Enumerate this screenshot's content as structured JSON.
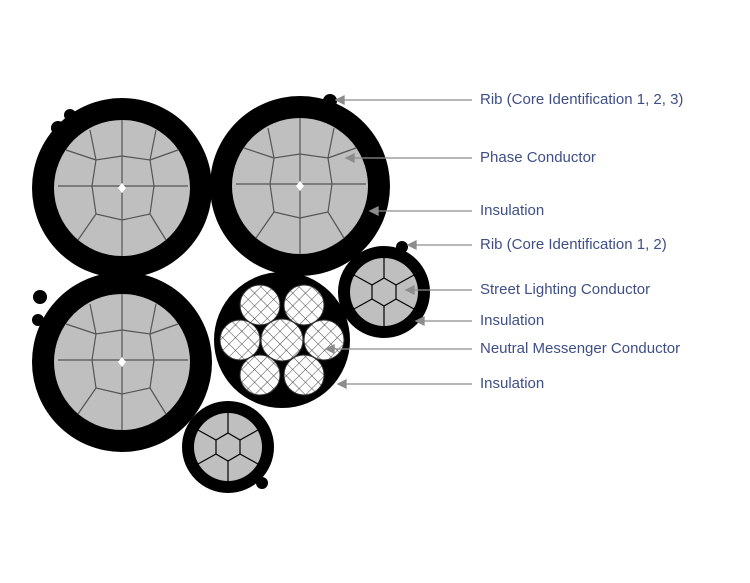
{
  "labels": {
    "rib_3": "Rib (Core Identification 1, 2, 3)",
    "phase_conductor": "Phase Conductor",
    "insulation_phase": "Insulation",
    "rib_2": "Rib (Core Identification 1, 2)",
    "street_lighting_conductor": "Street Lighting Conductor",
    "insulation_street": "Insulation",
    "neutral_messenger_conductor": "Neutral Messenger Conductor",
    "insulation_neutral": "Insulation"
  },
  "colors": {
    "insulation": "#000000",
    "conductor_fill": "#bfbfbf",
    "strand_line": "#555555",
    "leader_line": "#8c8c8c",
    "label_text": "#3f4f86",
    "neutral_fill": "#ffffff"
  }
}
